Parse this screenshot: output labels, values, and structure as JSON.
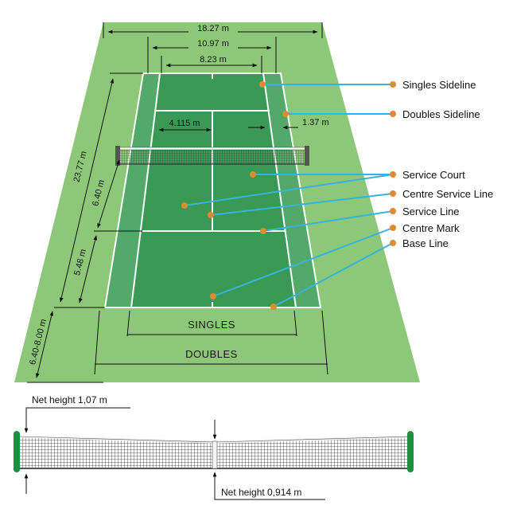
{
  "colors": {
    "surround": "#8cc878",
    "court_light": "#3f9e5c",
    "court_dark": "#1f7e3a",
    "court_line": "#ffffff",
    "pointer_line": "#36b4de",
    "pointer_dot": "#e08a34",
    "net_post": "#1e8f3e"
  },
  "dimensions": {
    "total_width": "18.27 m",
    "doubles_width": "10.97 m",
    "singles_width": "8.23 m",
    "half_service_width": "4.115 m",
    "alley_width": "1.37 m",
    "court_length": "23.77 m",
    "service_depth": "6.40 m",
    "backcourt_depth": "5.48 m",
    "runoff_depth": "6.40-8.00 m"
  },
  "labels": {
    "singles_sideline": "Singles Sideline",
    "doubles_sideline": "Doubles Sideline",
    "service_court": "Service Court",
    "centre_service_line": "Centre Service Line",
    "service_line": "Service Line",
    "centre_mark": "Centre Mark",
    "base_line": "Base Line"
  },
  "bottom_labels": {
    "singles": "SINGLES",
    "doubles": "DOUBLES"
  },
  "net": {
    "post_height": "Net height  1,07 m",
    "centre_height": "Net height  0,914 m"
  }
}
